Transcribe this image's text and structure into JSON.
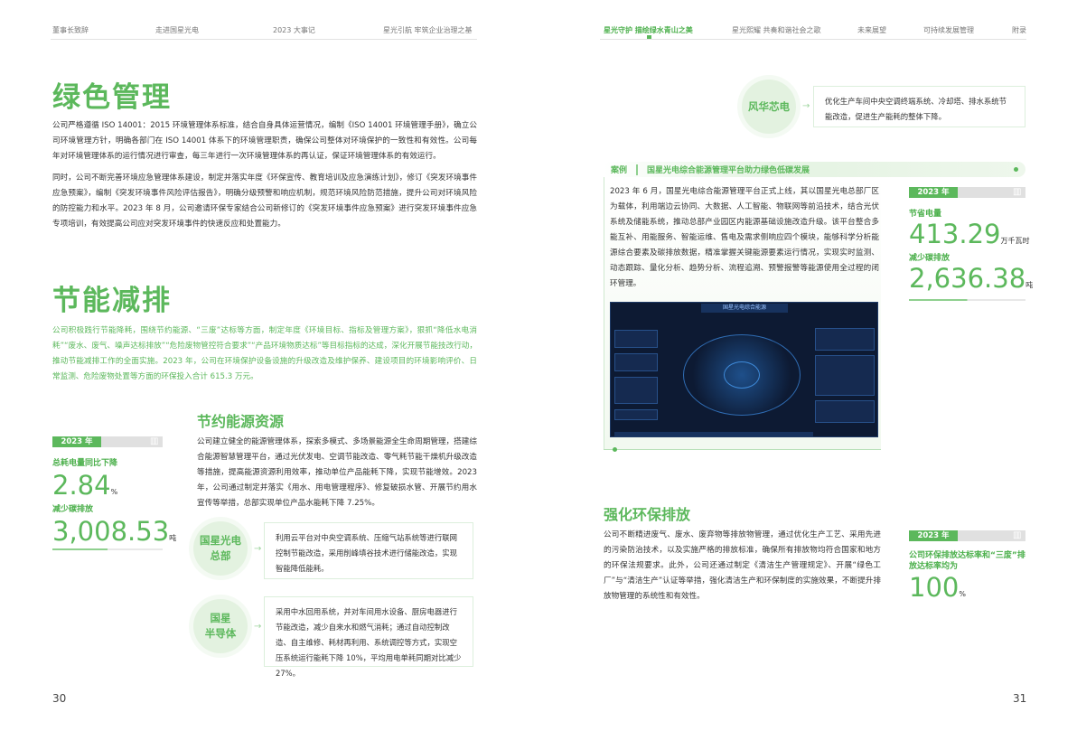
{
  "nav": [
    "董事长致辞",
    "走进国星光电",
    "2023 大事记",
    "星光引航 牢筑企业治理之基",
    "星光守护 描绘绿水青山之美",
    "星光熙耀 共奏和谐社会之歌",
    "未来展望",
    "可持续发展管理",
    "附录"
  ],
  "left": {
    "title1": "绿色管理",
    "para1": "公司严格遵循 ISO 14001：2015 环境管理体系标准，结合自身具体运营情况，编制《ISO 14001 环境管理手册》，确立公司环境管理方针，明确各部门在 ISO 14001 体系下的环境管理职责，确保公司整体对环境保护的一致性和有效性。公司每年对环境管理体系的运行情况进行审查，每三年进行一次环境管理体系的再认证，保证环境管理体系的有效运行。",
    "para2": "同时，公司不断完善环境应急管理体系建设，制定并落实年度《环保宣传、教育培训及应急演练计划》，修订《突发环境事件应急预案》，编制《突发环境事件风险评估报告》，明确分级预警和响应机制，规范环境风险防范措施，提升公司对环境风险的防控能力和水平。2023 年 8 月，公司邀请环保专家结合公司新修订的《突发环境事件应急预案》进行突发环境事件应急专项培训，有效提高公司应对突发环境事件的快速反应和处置能力。",
    "title2": "节能减排",
    "para3": "公司积极践行节能降耗，围绕节约能源、“三废”达标等方面，制定年度《环境目标、指标及管理方案》，狠抓“降低水电消耗”“废水、废气、噪声达标排放”“危险废物管控符合要求”“产品环境物质达标”等目标指标的达成，深化开展节能技改行动，推动节能减排工作的全面实施。2023 年，公司在环境保护设备设施的升级改造及维护保养、建设项目的环境影响评价、日常监测、危险废物处置等方面的环保投入合计 615.3 万元。",
    "subtitle": "节约能源资源",
    "para4": "公司建立健全的能源管理体系，探索多模式、多场景能源全生命周期管理，搭建综合能源智慧管理平台，通过光伏发电、空调节能改造、零气耗节能干燥机升级改造等措施，提高能源资源利用效率，推动单位产品能耗下降，实现节能增效。2023 年，公司通过制定并落实《用水、用电管理程序》、修复破损水管、开展节约用水宣传等举措，总部实现单位产品水能耗下降 7.25%。",
    "stats": {
      "year": "2023 年",
      "label1": "总耗电量同比下降",
      "value1": "2.84",
      "unit1": "%",
      "label2": "减少碳排放",
      "value2": "3,008.53",
      "unit2": "吨"
    },
    "units": [
      {
        "name1": "国星光电",
        "name2": "总部",
        "text": "利用云平台对中央空调系统、压缩气站系统等进行联网控制节能改造，采用削峰填谷技术进行储能改造，实现智能降低能耗。"
      },
      {
        "name1": "国星",
        "name2": "半导体",
        "text": "采用中水回用系统，并对车间用水设备、厨房电器进行节能改造，减少自来水和燃气消耗；通过自动控制改造、自主维修、耗材再利用、系统调控等方式，实现空压系统运行能耗下降 10%，平均用电单耗同期对比减少 27%。"
      }
    ],
    "page": "30"
  },
  "right": {
    "unit": {
      "name": "风华芯电",
      "text": "优化生产车间中央空调终端系统、冷却塔、排水系统节能改造，促进生产能耗的整体下降。"
    },
    "case": {
      "tag": "案例",
      "title": "国星光电综合能源管理平台助力绿色低碳发展",
      "text": "2023 年 6 月，国星光电综合能源管理平台正式上线，其以国星光电总部厂区为载体，利用端边云协同、大数据、人工智能、物联网等前沿技术，结合光伏系统及储能系统，推动总部产业园区内能源基础设施改造升级。该平台整合多能互补、用能服务、智能运维、售电及需求侧响应四个模块，能够科学分析能源综合要素及碳排放数据，精准掌握关键能源要素运行情况，实现实时监测、动态跟踪、量化分析、趋势分析、流程追溯、预警报警等能源使用全过程的闭环管理。",
      "dash_title": "国星光电综合能源"
    },
    "stats1": {
      "year": "2023 年",
      "label1": "节省电量",
      "value1": "413.29",
      "unit1": "万千瓦时",
      "label2": "减少碳排放",
      "value2": "2,636.38",
      "unit2": "吨"
    },
    "title3": "强化环保排放",
    "para5": "公司不断精进废气、废水、废弃物等排放物管理，通过优化生产工艺、采用先进的污染防治技术，以及实施严格的排放标准，确保所有排放物均符合国家和地方的环保法规要求。此外，公司还通过制定《清洁生产管理规定》、开展“绿色工厂”与“清洁生产”认证等举措，强化清洁生产和环保制度的实施效果，不断提升排放物管理的系统性和有效性。",
    "stats2": {
      "year": "2023 年",
      "label": "公司环保排放达标率和“三废”排放达标率均为",
      "value": "100",
      "unit": "%"
    },
    "page": "31"
  },
  "colors": {
    "accent": "#5cb85c"
  }
}
